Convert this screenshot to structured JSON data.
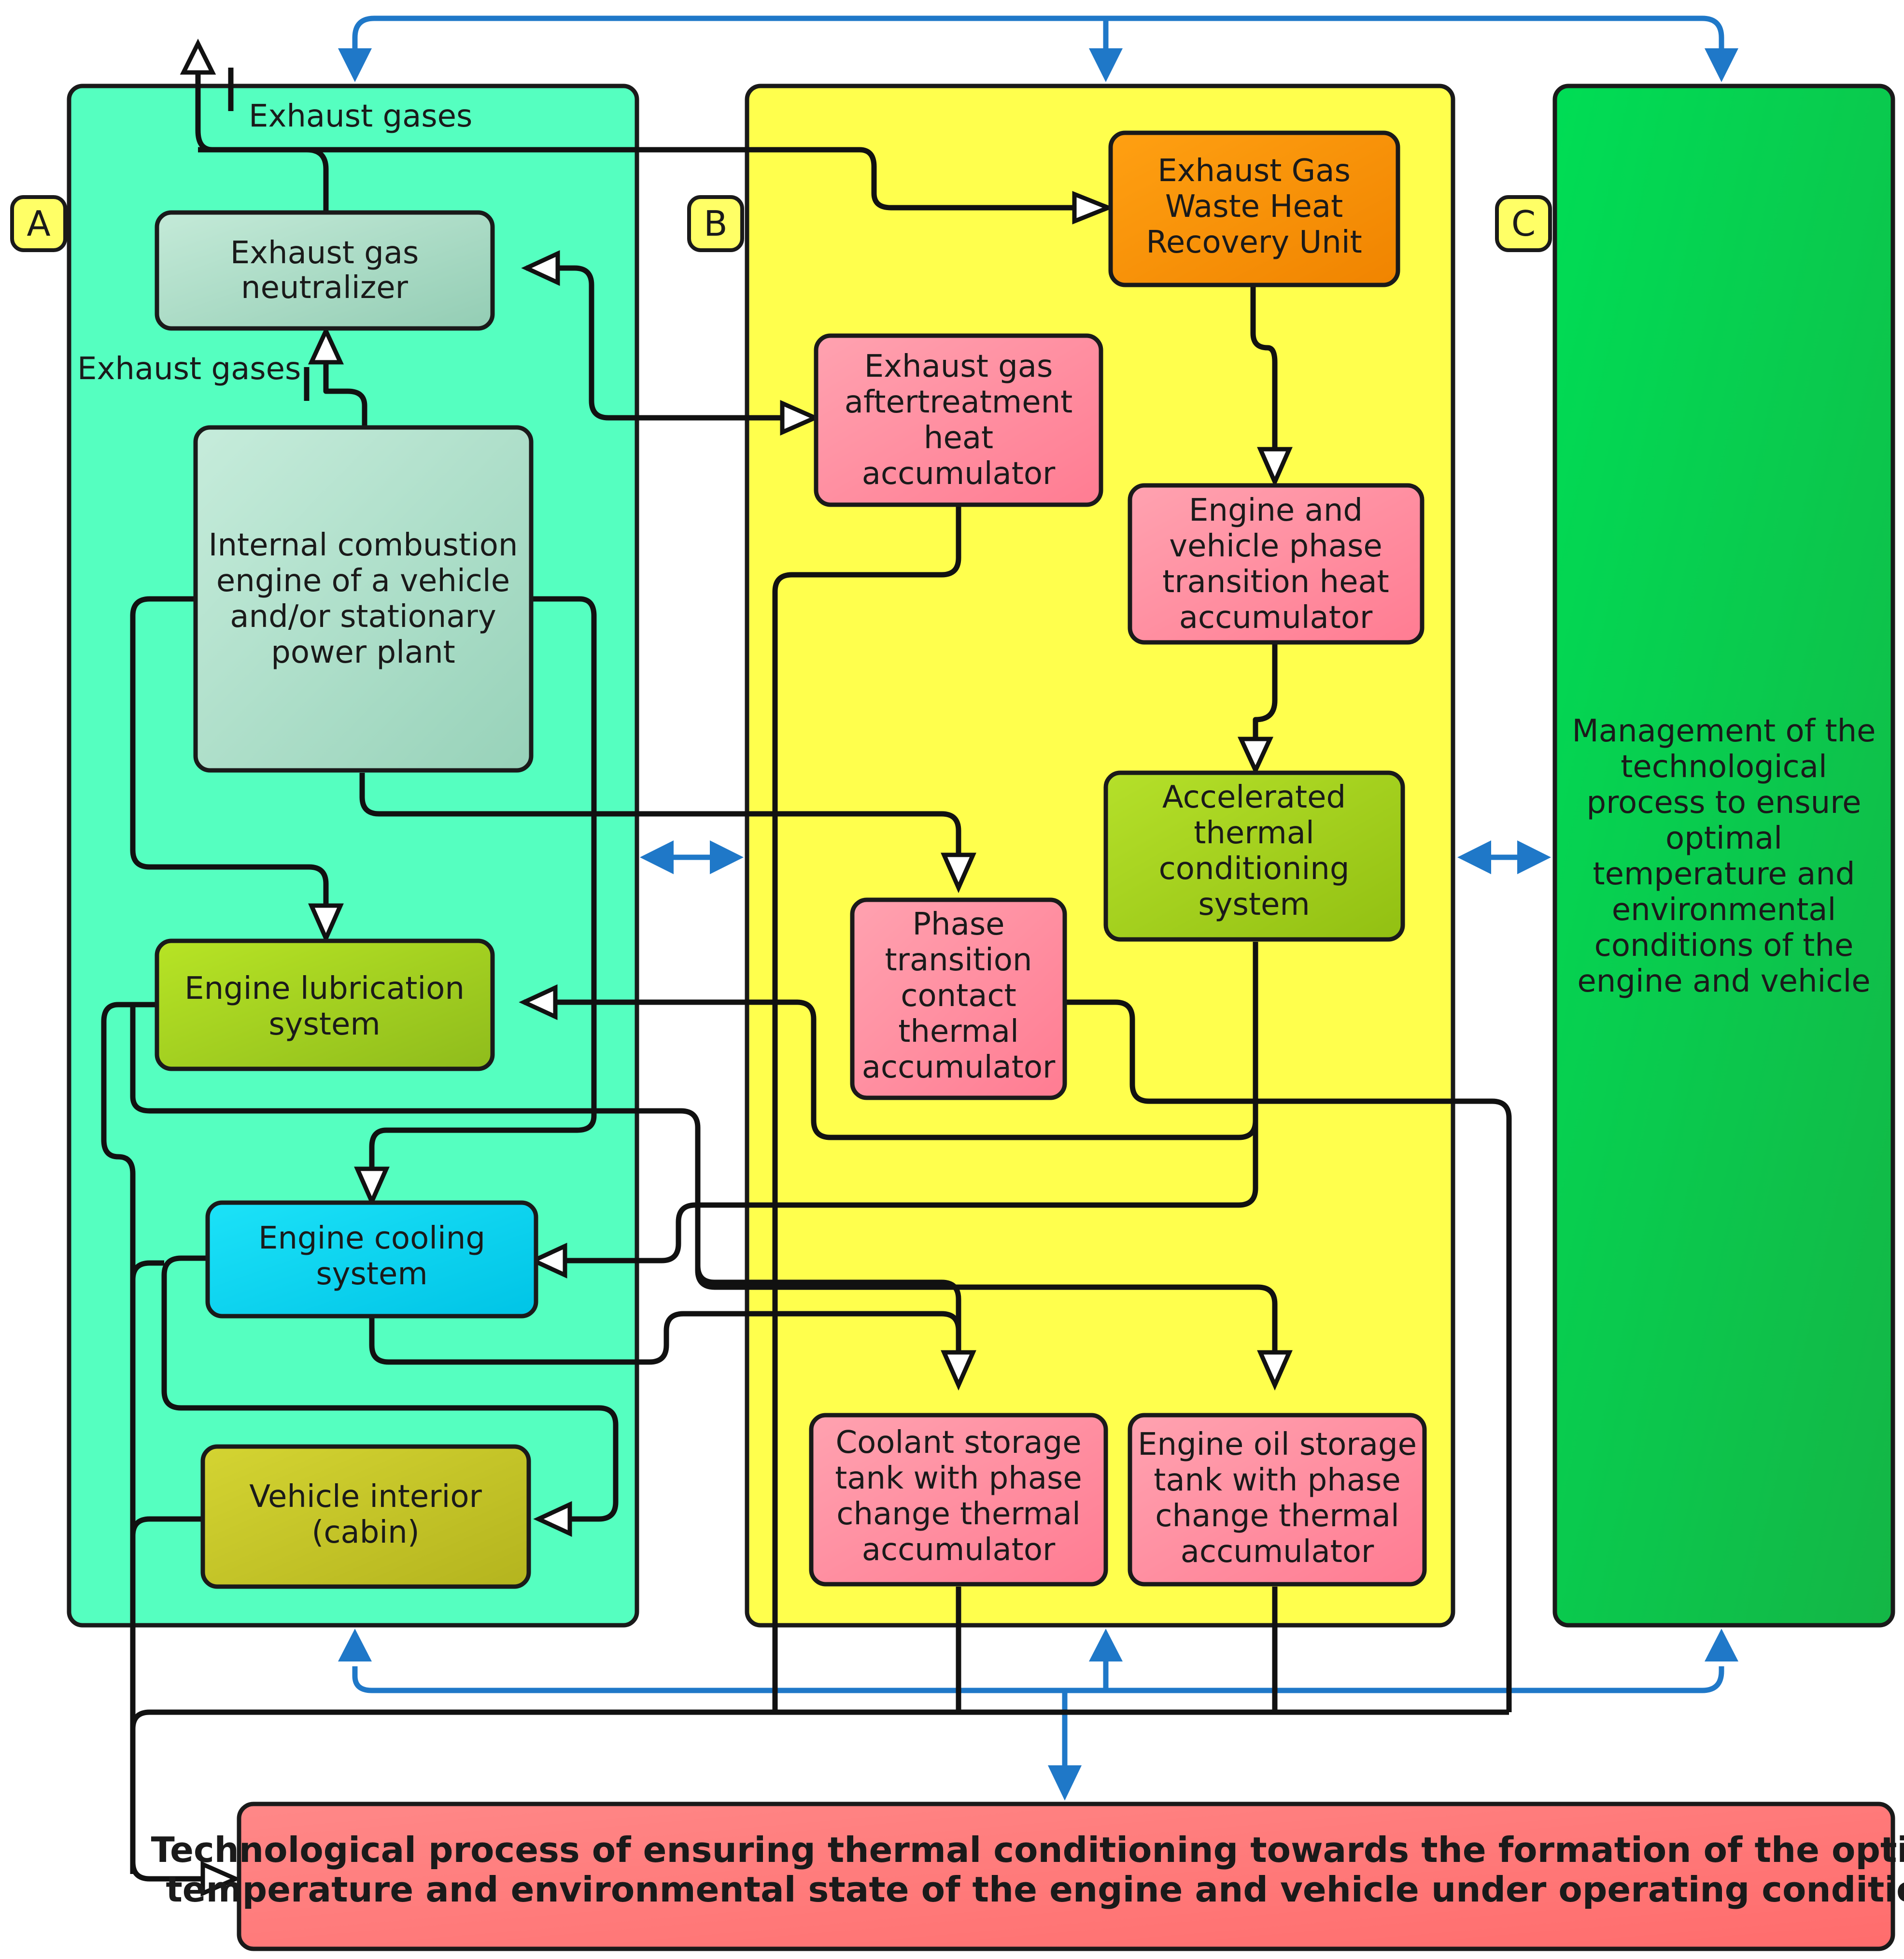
{
  "sections": {
    "a_label": "A",
    "b_label": "B",
    "c_label": "C"
  },
  "annotations": {
    "exhaust_top": "Exhaust gases",
    "exhaust_mid": "Exhaust gases"
  },
  "nodes": {
    "neutralizer": [
      "Exhaust gas",
      "neutralizer"
    ],
    "ice": [
      "Internal combustion",
      "engine of a vehicle",
      "and/or stationary",
      "power plant"
    ],
    "lubrication": [
      "Engine lubrication",
      "system"
    ],
    "cooling": [
      "Engine cooling",
      "system"
    ],
    "cabin": [
      "Vehicle interior",
      "(cabin)"
    ],
    "whru": [
      "Exhaust Gas",
      "Waste Heat",
      "Recovery Unit"
    ],
    "aftertreatment": [
      "Exhaust gas",
      "aftertreatment",
      "heat",
      "accumulator"
    ],
    "phase_accum": [
      "Engine and",
      "vehicle phase",
      "transition heat",
      "accumulator"
    ],
    "accelerated": [
      "Accelerated",
      "thermal",
      "conditioning",
      "system"
    ],
    "contact": [
      "Phase",
      "transition",
      "contact",
      "thermal",
      "accumulator"
    ],
    "coolant_tank": [
      "Coolant storage",
      "tank with phase",
      "change thermal",
      "accumulator"
    ],
    "oil_tank": [
      "Engine oil storage",
      "tank with phase",
      "change thermal",
      "accumulator"
    ],
    "management": [
      "Management of the",
      "technological",
      "process to ensure",
      "optimal",
      "temperature and",
      "environmental",
      "conditions of the",
      "engine and vehicle"
    ],
    "process": [
      "Technological process of ensuring thermal conditioning towards the formation of the optimal",
      "temperature and environmental state of the engine and vehicle under operating conditions"
    ]
  },
  "colors": {
    "panel_a": "#55ffc0",
    "panel_b": "#ffff4d",
    "panel_c": "#12c84a",
    "orange": "#ff9400",
    "pink": "#ff8fa3",
    "olive": "#a8d21a",
    "cyan": "#10d8f0",
    "cabin": "#c6c628",
    "grey_green": "#a9dcc6",
    "salmon": "#ff7878",
    "tag": "#ffff66",
    "blue": "#1f78c8"
  }
}
